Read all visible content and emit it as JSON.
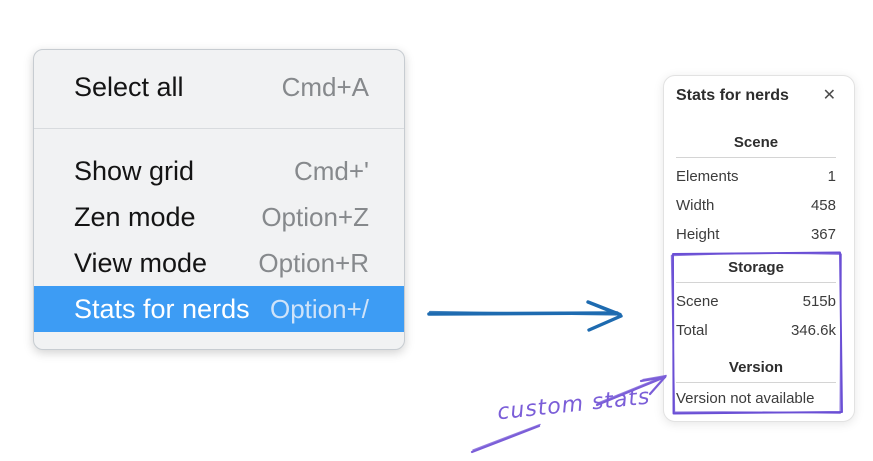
{
  "context_menu": {
    "items": [
      {
        "label": "Select all",
        "shortcut": "Cmd+A"
      },
      {
        "label": "Show grid",
        "shortcut": "Cmd+'"
      },
      {
        "label": "Zen mode",
        "shortcut": "Option+Z"
      },
      {
        "label": "View mode",
        "shortcut": "Option+R"
      },
      {
        "label": "Stats for nerds",
        "shortcut": "Option+/"
      }
    ],
    "selected_item": "Stats for nerds",
    "selected_color": "#3d9cf4"
  },
  "stats_panel": {
    "title": "Stats for nerds",
    "close_icon": "✕",
    "sections": [
      {
        "heading": "Scene",
        "rows": [
          {
            "label": "Elements",
            "value": "1"
          },
          {
            "label": "Width",
            "value": "458"
          },
          {
            "label": "Height",
            "value": "367"
          }
        ]
      },
      {
        "heading": "Storage",
        "rows": [
          {
            "label": "Scene",
            "value": "515b"
          },
          {
            "label": "Total",
            "value": "346.6k"
          }
        ]
      },
      {
        "heading": "Version",
        "note": "Version not available"
      }
    ]
  },
  "annotations": {
    "custom_stats_label": "custom stats",
    "blue_arrow_color": "#1e6bb0",
    "purple_color": "#6a4fd5"
  }
}
